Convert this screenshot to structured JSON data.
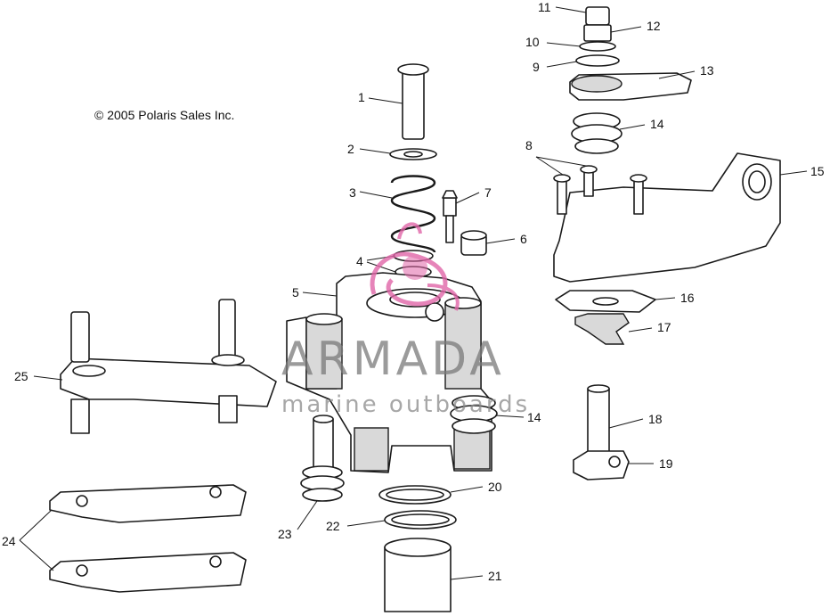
{
  "copyright": "© 2005 Polaris Sales Inc.",
  "watermark": {
    "brand": "ARMADA",
    "tagline": "marine outboards",
    "logo_color": "#e066a8",
    "text_color": "#7a7a7a"
  },
  "callouts": [
    "1",
    "2",
    "3",
    "4",
    "5",
    "6",
    "7",
    "8",
    "9",
    "10",
    "11",
    "12",
    "13",
    "14",
    "14",
    "15",
    "16",
    "17",
    "18",
    "19",
    "20",
    "21",
    "22",
    "23",
    "24",
    "25"
  ]
}
